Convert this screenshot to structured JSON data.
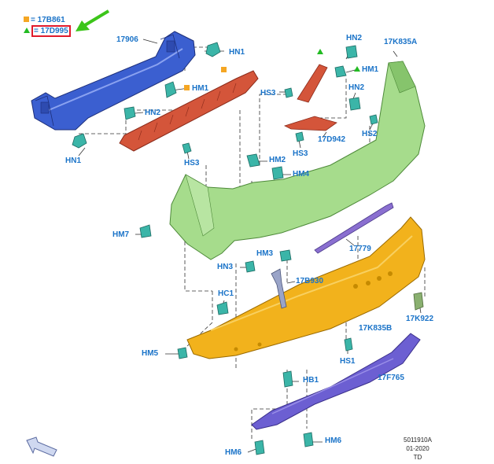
{
  "colors": {
    "label": "#1a73c8",
    "square_marker": "#f5a623",
    "triangle_marker": "#22bb22",
    "highlight_box": "#e01b2b",
    "arrow": "#3cc51a",
    "reinforcement": "#3b5fd0",
    "absorber": "#d4553a",
    "bumper_upper": "#a6dc8c",
    "bumper_lower": "#f2b21c",
    "valance": "#6c5fd2",
    "clip": "#3bb5a8"
  },
  "legend": {
    "square_label": "= 17B861",
    "triangle_label": "= 17D995"
  },
  "labels": {
    "p17906": "17906",
    "hn1_a": "HN1",
    "hn1_b": "HN1",
    "hm1_a": "HM1",
    "hm1_b": "HM1",
    "hn2_a": "HN2",
    "hn2_b": "HN2",
    "hn2_c": "HN2",
    "hs3_a": "HS3",
    "hs3_b": "HS3",
    "hs3_c": "HS3",
    "p17k835a": "17K835A",
    "p17d942": "17D942",
    "hs2": "HS2",
    "hm2": "HM2",
    "hm4": "HM4",
    "hm7": "HM7",
    "hm3": "HM3",
    "hn3": "HN3",
    "p17779": "17779",
    "p17b930": "17B930",
    "hc1": "HC1",
    "hm5": "HM5",
    "p17k835b": "17K835B",
    "p17k922": "17K922",
    "hs1": "HS1",
    "hb1": "HB1",
    "p17f765": "17F765",
    "hm6_a": "HM6",
    "hm6_b": "HM6"
  },
  "reference": {
    "line1": "5011910A",
    "line2": "01-2020",
    "line3": "TD"
  }
}
